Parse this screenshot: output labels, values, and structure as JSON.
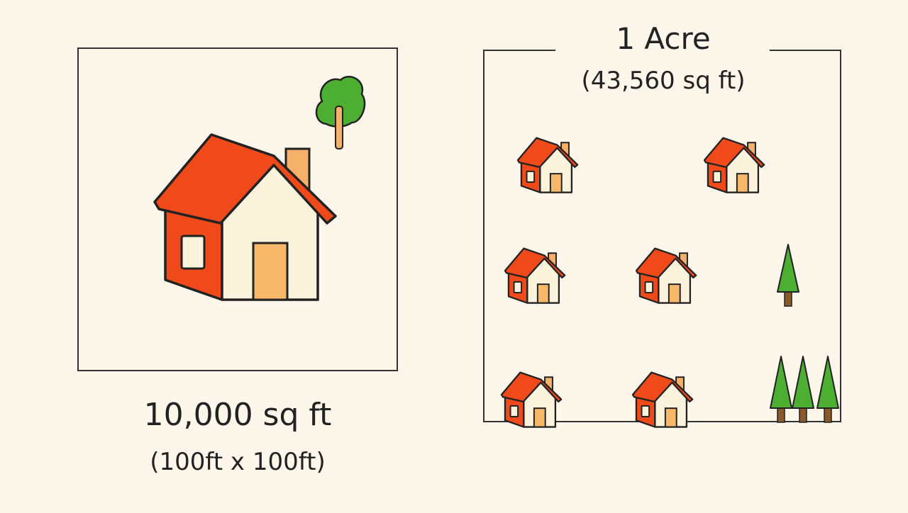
{
  "left_plot": {
    "area_label": "10,000 sq ft",
    "dimensions_label": "(100ft x 100ft)",
    "house_count": 1,
    "tree_count": 1
  },
  "right_plot": {
    "area_label": "1 Acre",
    "sq_ft_label": "(43,560 sq ft)",
    "house_count": 6,
    "tree_count": 4
  },
  "colors": {
    "background": "#fdf6ea",
    "outline": "#222222",
    "roof": "#f04a1a",
    "wall_front": "#fcf3dc",
    "door": "#f7b86a",
    "chimney": "#f5b06a",
    "tree_green": "#4caf32",
    "trunk": "#8a5a2b"
  }
}
